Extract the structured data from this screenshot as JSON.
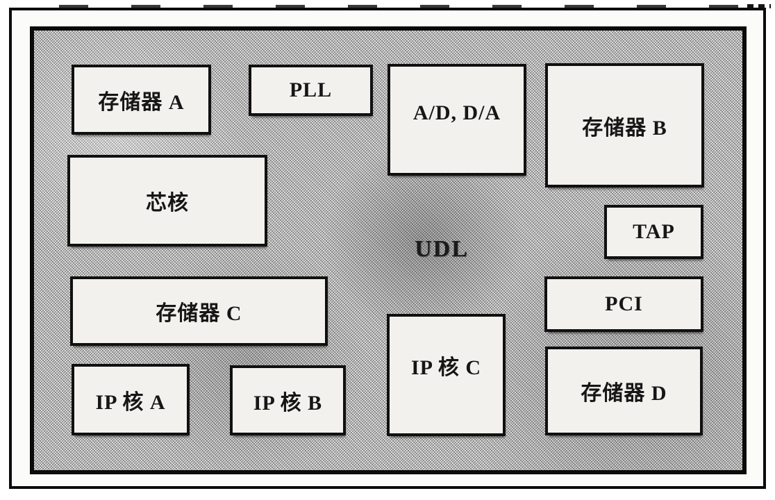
{
  "diagram": {
    "type": "soc-block-diagram",
    "background_label": "UDL",
    "blocks": {
      "memory_a": {
        "label": "存储器 A"
      },
      "pll": {
        "label": "PLL"
      },
      "ad_da": {
        "label": "A/D, D/A"
      },
      "memory_b": {
        "label": "存储器 B"
      },
      "core": {
        "label": "芯核"
      },
      "tap": {
        "label": "TAP"
      },
      "memory_c": {
        "label": "存储器 C"
      },
      "pci": {
        "label": "PCI"
      },
      "ip_core_c": {
        "label": "IP 核 C"
      },
      "ip_core_a": {
        "label": "IP 核 A"
      },
      "ip_core_b": {
        "label": "IP 核 B"
      },
      "memory_d": {
        "label": "存储器 D"
      }
    },
    "colors": {
      "box_fill": "#f3f1ed",
      "box_border": "#101010",
      "chip_fill_average": "#b9b9b9",
      "page_background": "#ffffff"
    }
  }
}
